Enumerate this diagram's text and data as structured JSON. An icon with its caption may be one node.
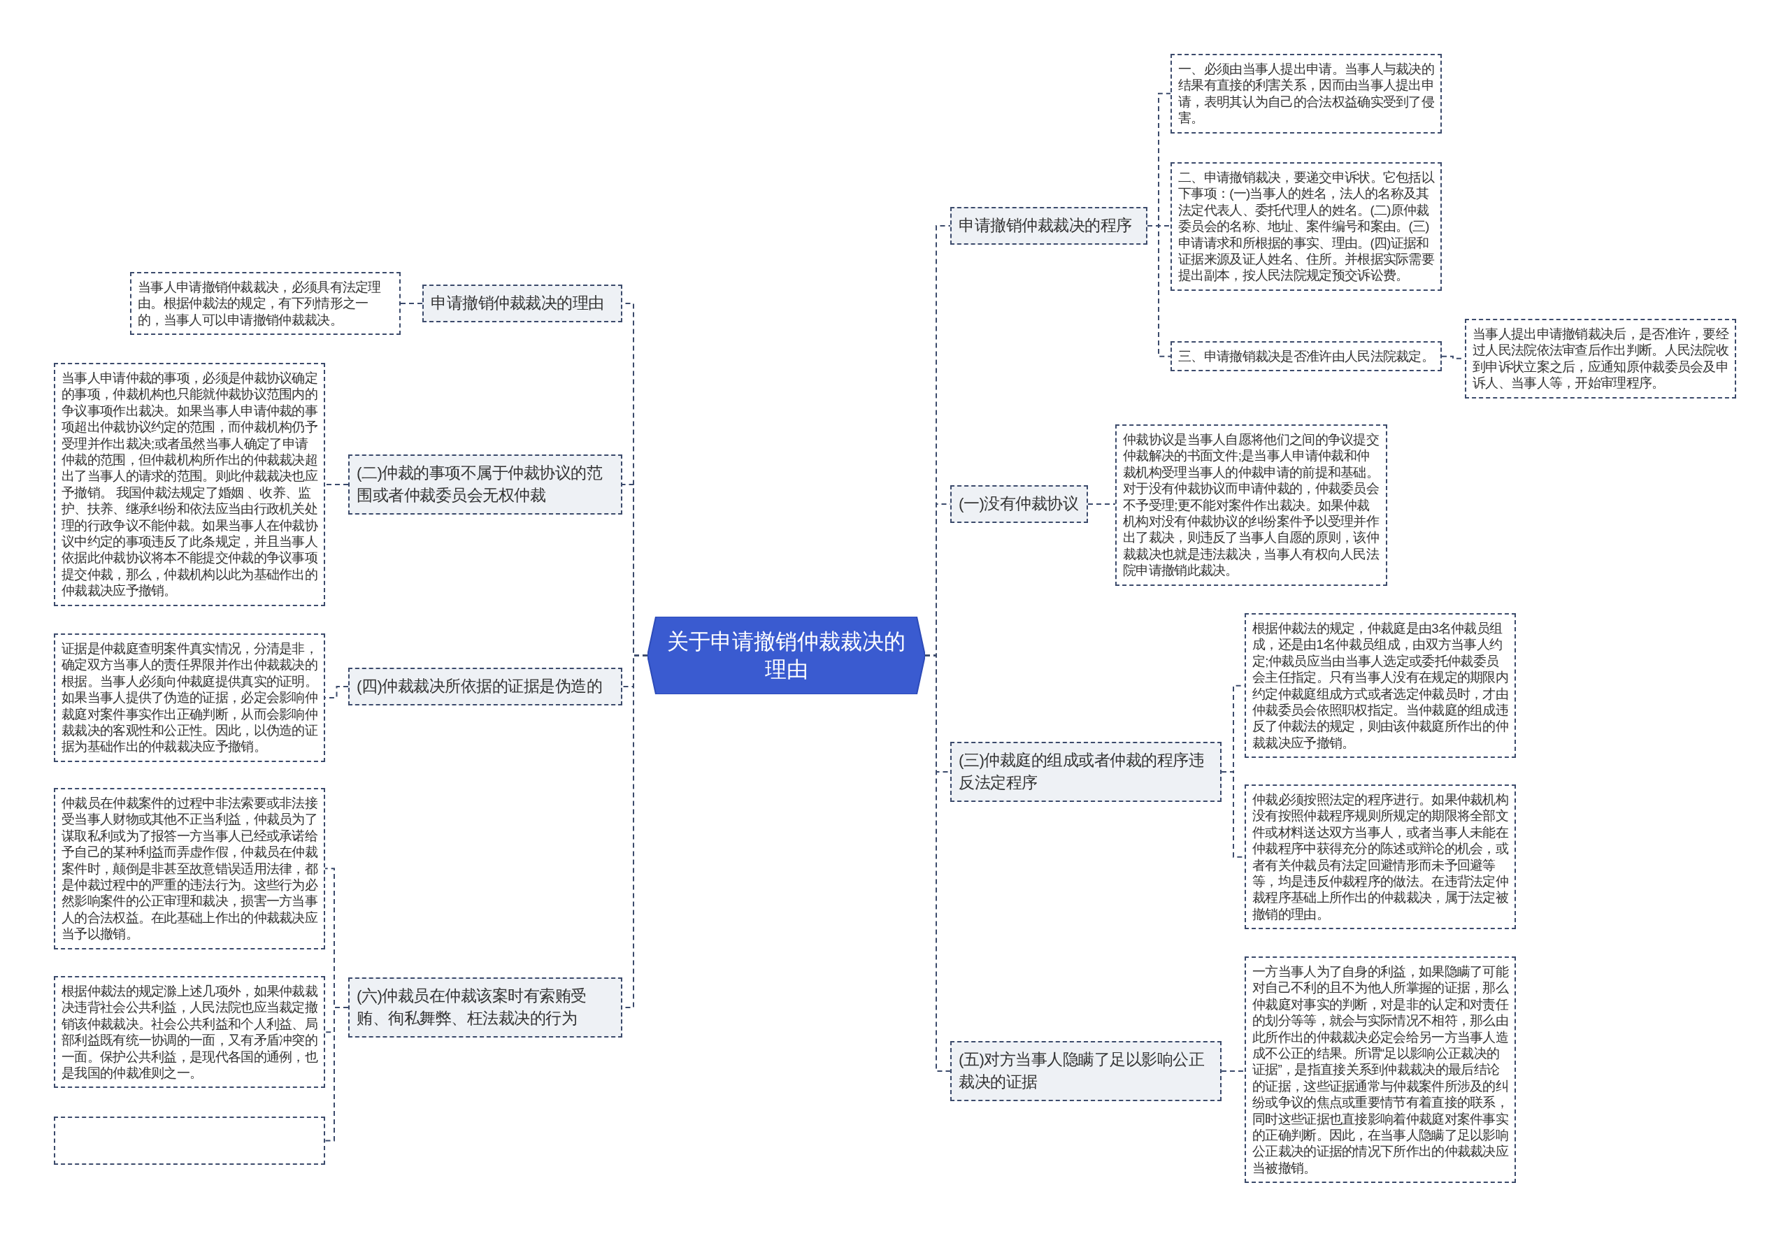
{
  "diagram": {
    "nodes": [
      {
        "text": [
          "关于申请撤销仲裁裁决的理由"
        ]
      },
      {
        "text": [
          "申请撤销仲裁裁决的理由"
        ]
      },
      {
        "text": [
          "当事人申请撤销仲裁裁决，必须具有法定理由。根据仲裁法的规定，有下列情形之一的，当事人可以申请撤销仲裁裁决。"
        ]
      },
      {
        "text": [
          "(二)仲裁的事项不属于仲裁协议的范围或者仲裁委员会无权仲裁"
        ]
      },
      {
        "text": [
          "当事人申请仲裁的事项，必须是仲裁协议确定的事项，仲裁机构也只能就仲裁协议范围内的争议事项作出裁决。如果当事人申请仲裁的事项超出仲裁协议约定的范围，而仲裁机构仍予受理并作出裁决;或者虽然当事人确定了申请仲裁的范围，但仲裁机构所作出的仲裁裁决超出了当事人的请求的范围。则此仲裁裁决也应予撤销。 我国仲裁法规定了婚姻 、收养、监护、扶养、继承纠纷和依法应当由行政机关处理的行政争议不能仲裁。如果当事人在仲裁协议中约定的事项违反了此条规定，并且当事人依据此仲裁协议将本不能提交仲裁的争议事项提交仲裁，那么，仲裁机构以此为基础作出的仲裁裁决应予撤销。"
        ]
      },
      {
        "text": [
          "(四)仲裁裁决所依据的证据是伪造的"
        ]
      },
      {
        "text": [
          "证据是仲裁庭查明案件真实情况，分清是非，确定双方当事人的责任界限并作出仲裁裁决的根据。当事人必须向仲裁庭提供真实的证明。如果当事人提供了伪造的证据，必定会影响仲裁庭对案件事实作出正确判断，从而会影响仲裁裁决的客观性和公正性。因此，以伪造的证据为基础作出的仲裁裁决应予撤销。"
        ]
      },
      {
        "text": [
          "(六)仲裁员在仲裁该案时有索贿受贿、徇私舞弊、枉法裁决的行为"
        ]
      },
      {
        "text": [
          "仲裁员在仲裁案件的过程中非法索要或非法接受当事人财物或其他不正当利益，仲裁员为了谋取私利或为了报答一方当事人已经或承诺给予自己的某种利益而弄虚作假，仲裁员在仲裁案件时，颠倒是非甚至故意错误适用法律，都是仲裁过程中的严重的违法行为。这些行为必然影响案件的公正审理和裁决，损害一方当事人的合法权益。在此基础上作出的仲裁裁决应当予以撤销。"
        ]
      },
      {
        "text": [
          "根据仲裁法的规定滁上述几项外，如果仲裁裁决违背社会公共利益，人民法院也应当裁定撤销该仲裁裁决。社会公共利益和个人利益、局部利益既有统一协调的一面，又有矛盾冲突的一面。保护公共利益，是现代各国的通例，也是我国的仲裁准则之一。"
        ]
      },
      {
        "text": [],
        "shape": "box"
      },
      {
        "text": [
          "申请撤销仲裁裁决的程序"
        ]
      },
      {
        "text": [
          "一、必须由当事人提出申请。当事人与裁决的结果有直接的利害关系，因而由当事人提出申请，表明其认为自己的合法权益确实受到了侵害。"
        ]
      },
      {
        "text": [
          "二、申请撤销裁决，要递交申诉状。它包括以下事项：(一)当事人的姓名，法人的名称及其法定代表人、委托代理人的姓名。(二)原仲裁委员会的名称、地址、案件编号和案由。(三)申请请求和所根据的事实、理由。(四)证据和证据来源及证人姓名、住所。并根据实际需要提出副本，按人民法院规定预交诉讼费。"
        ]
      },
      {
        "text": [
          "三、申请撤销裁决是否准许由人民法院裁定。"
        ]
      },
      {
        "text": [
          "当事人提出申请撤销裁决后，是否准许，要经过人民法院依法审查后作出判断。人民法院收到申诉状立案之后，应通知原仲裁委员会及申诉人、当事人等，开始审理程序。"
        ]
      },
      {
        "text": [
          "(一)没有仲裁协议"
        ]
      },
      {
        "text": [
          "仲裁协议是当事人自愿将他们之间的争议提交仲裁解决的书面文件;是当事人申请仲裁和仲裁机构受理当事人的仲裁申请的前提和基础。对于没有仲裁协议而申请仲裁的，仲裁委员会不予受理;更不能对案件作出裁决。如果仲裁机构对没有仲裁协议的纠纷案件予以受理并作出了裁决，则违反了当事人自愿的原则，该仲裁裁决也就是违法裁决，当事人有权向人民法院申请撤销此裁决。"
        ]
      },
      {
        "text": [
          "(三)仲裁庭的组成或者仲裁的程序违反法定程序"
        ]
      },
      {
        "text": [
          "根据仲裁法的规定，仲裁庭是由3名仲裁员组成，还是由1名仲裁员组成，由双方当事人约定;仲裁员应当由当事人选定或委托仲裁委员会主任指定。只有当事人没有在规定的期限内约定仲裁庭组成方式或者选定仲裁员时，才由仲裁委员会依照职权指定。当仲裁庭的组成违反了仲裁法的规定，则由该仲裁庭所作出的仲裁裁决应予撤销。"
        ]
      },
      {
        "text": [
          "仲裁必须按照法定的程序进行。如果仲裁机构没有按照仲裁程序规则所规定的期限将全部文件或材料送达双方当事人，或者当事人未能在仲裁程序中获得充分的陈述或辩论的机会，或者有关仲裁员有法定回避情形而未予回避等等，均是违反仲裁程序的做法。在违背法定仲裁程序基础上所作出的仲裁裁决，属于法定被撤销的理由。"
        ]
      },
      {
        "text": [
          "(五)对方当事人隐瞒了足以影响公正裁决的证据"
        ]
      },
      {
        "text": [
          "一方当事人为了自身的利益，如果隐瞒了可能对自己不利的且不为他人所掌握的证据，那么仲裁庭对事实的判断，对是非的认定和对责任的划分等等，就会与实际情况不相符，那么由此所作出的仲裁裁决必定会给另一方当事人造成不公正的结果。所谓“足以影响公正裁决的证据”，是指直接关系到仲裁裁决的最后结论的证据，这些证据通常与仲裁案件所涉及的纠纷或争议的焦点或重要情节有着直接的联系，同时这些证据也直接影响着仲裁庭对案件事实的正确判断。因此，在当事人隐瞒了足以影响公正裁决的证据的情况下所作出的仲裁裁决应当被撤销。"
        ]
      }
    ],
    "edges": [
      {
        "from": 0,
        "to": 1,
        "arrow": "none"
      },
      {
        "from": 1,
        "to": 2,
        "arrow": "none"
      },
      {
        "from": 0,
        "to": 3,
        "arrow": "none"
      },
      {
        "from": 3,
        "to": 4,
        "arrow": "none"
      },
      {
        "from": 0,
        "to": 5,
        "arrow": "none"
      },
      {
        "from": 5,
        "to": 6,
        "arrow": "none"
      },
      {
        "from": 0,
        "to": 7,
        "arrow": "none"
      },
      {
        "from": 7,
        "to": 8,
        "arrow": "none"
      },
      {
        "from": 7,
        "to": 9,
        "arrow": "none"
      },
      {
        "from": 7,
        "to": 10,
        "arrow": "none"
      },
      {
        "from": 0,
        "to": 11,
        "arrow": "none"
      },
      {
        "from": 11,
        "to": 12,
        "arrow": "none"
      },
      {
        "from": 11,
        "to": 13,
        "arrow": "none"
      },
      {
        "from": 11,
        "to": 14,
        "arrow": "none"
      },
      {
        "from": 14,
        "to": 15,
        "arrow": "none"
      },
      {
        "from": 0,
        "to": 16,
        "arrow": "none"
      },
      {
        "from": 16,
        "to": 17,
        "arrow": "none"
      },
      {
        "from": 0,
        "to": 18,
        "arrow": "none"
      },
      {
        "from": 18,
        "to": 19,
        "arrow": "none"
      },
      {
        "from": 18,
        "to": 20,
        "arrow": "none"
      },
      {
        "from": 0,
        "to": 21,
        "arrow": "none"
      },
      {
        "from": 21,
        "to": 22,
        "arrow": "none"
      }
    ]
  }
}
